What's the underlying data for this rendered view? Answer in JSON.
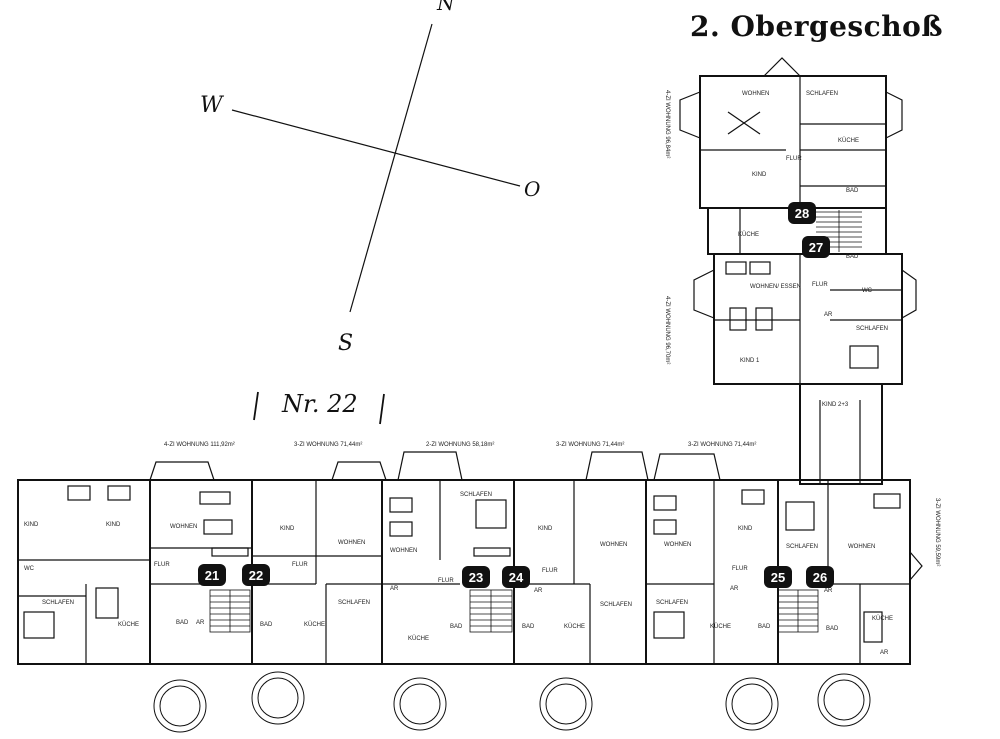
{
  "title": "2. Obergeschoß",
  "compass": {
    "north": "N",
    "west": "W",
    "east": "O",
    "south": "S"
  },
  "building_label": "Nr. 22",
  "apartment_headers": [
    "4-ZI WOHNUNG 111,92m²",
    "3-ZI WOHNUNG 71,44m²",
    "2-ZI WOHNUNG 58,18m²",
    "3-ZI WOHNUNG 71,44m²",
    "3-ZI WOHNUNG 71,44m²"
  ],
  "side_labels": [
    "4-ZI WOHNUNG 96,84m²",
    "4-ZI WOHNUNG 96,70m²",
    "3-ZI WOHNUNG 59,59m²"
  ],
  "badges": [
    "21",
    "22",
    "23",
    "24",
    "25",
    "26",
    "27",
    "28"
  ],
  "rooms": {
    "wohnen": "WOHNEN",
    "schlafen": "SCHLAFEN",
    "kind": "KIND",
    "kind_1": "KIND 1",
    "kind_2": "KIND 2+3",
    "kueche": "KÜCHE",
    "bad": "BAD",
    "flur": "FLUR",
    "ar": "AR",
    "wc": "WC",
    "wohnen_essen": "WOHNEN/ ESSEN"
  }
}
